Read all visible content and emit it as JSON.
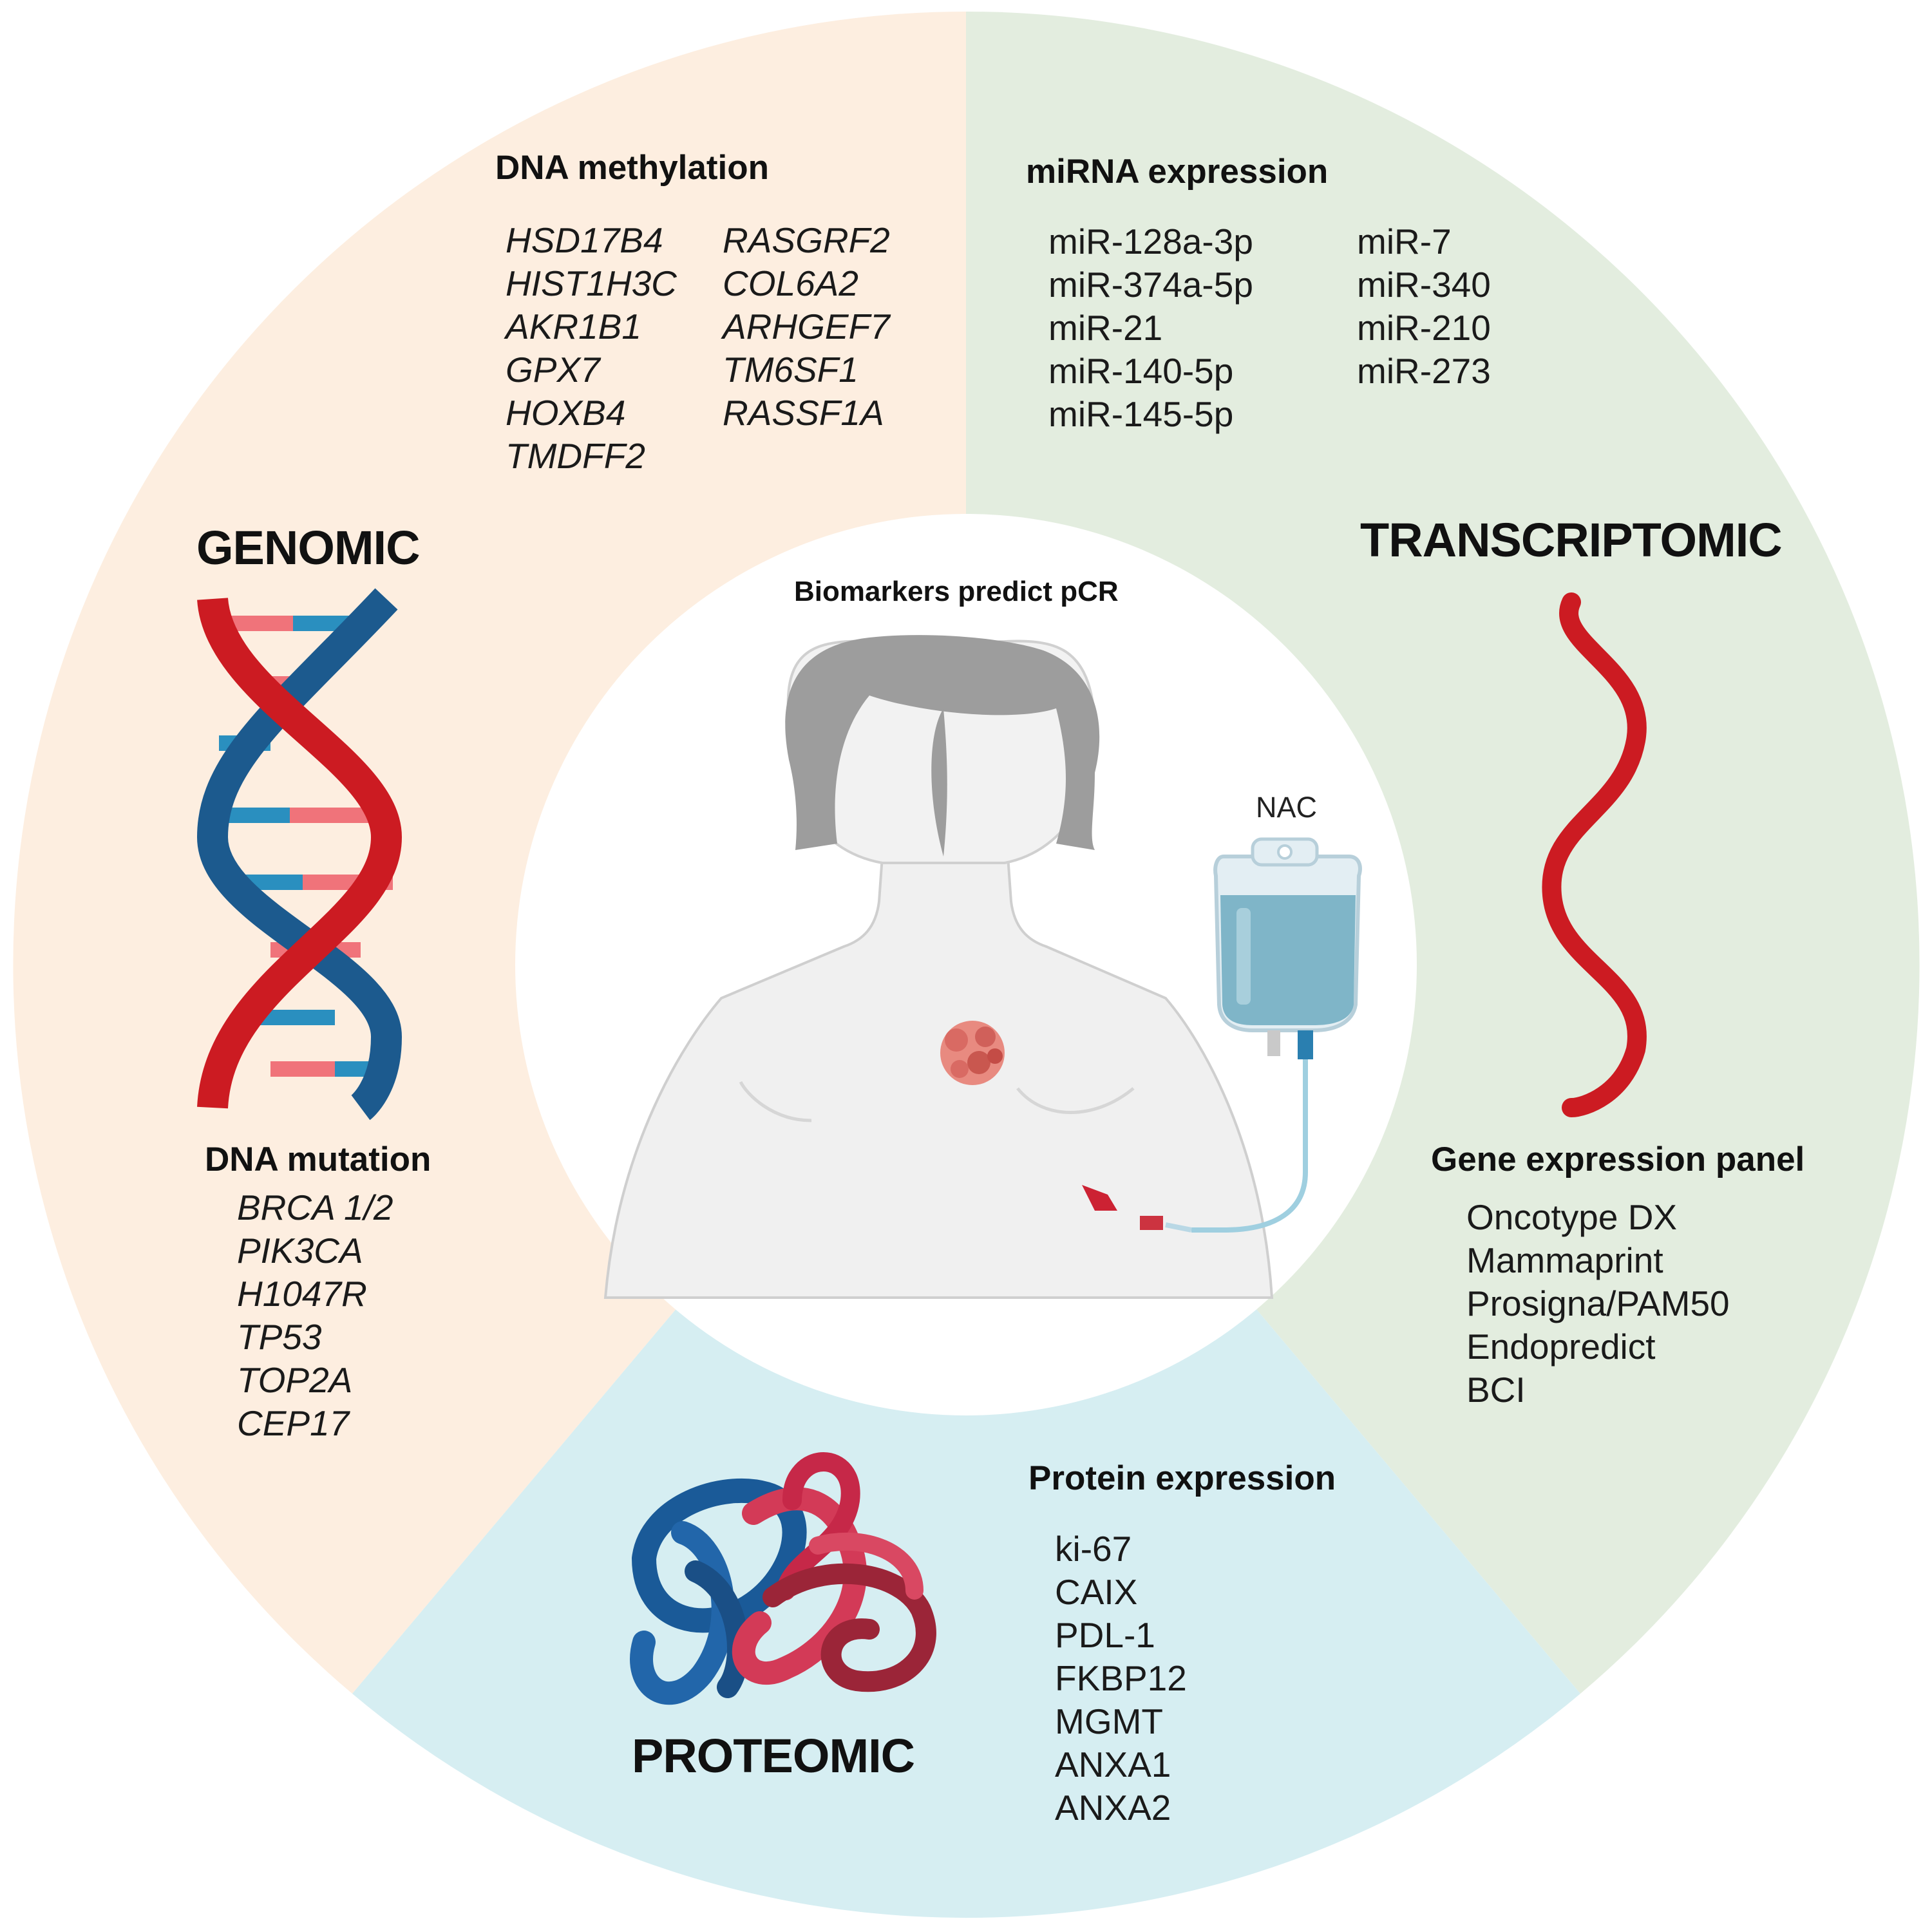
{
  "colors": {
    "genomic_bg": "#fdeee0",
    "transcriptomic_bg": "#e3eddf",
    "proteomic_bg": "#d6eef2",
    "center_bg": "#ffffff",
    "red_strand": "#cc1b22",
    "blue_strand": "#1c5a8e",
    "pink_rung": "#f0737a",
    "cyan_rung": "#2a8fbf"
  },
  "center": {
    "title": "Biomarkers predict  pCR",
    "nac_label": "NAC"
  },
  "genomic": {
    "title": "GENOMIC",
    "methylation": {
      "title": "DNA methylation",
      "col1": [
        "HSD17B4",
        "HIST1H3C",
        "AKR1B1",
        "GPX7",
        "HOXB4",
        "TMDFF2"
      ],
      "col2": [
        "RASGRF2",
        "COL6A2",
        "ARHGEF7",
        "TM6SF1",
        "RASSF1A"
      ]
    },
    "mutation": {
      "title": "DNA mutation",
      "items": [
        "BRCA 1/2",
        "PIK3CA",
        "H1047R",
        "TP53",
        "TOP2A",
        "CEP17"
      ]
    }
  },
  "transcriptomic": {
    "title": "TRANSCRIPTOMIC",
    "mirna": {
      "title": "miRNA expression",
      "col1": [
        "miR-128a-3p",
        "miR-374a-5p",
        "miR-21",
        "miR-140-5p",
        "miR-145-5p"
      ],
      "col2": [
        "miR-7",
        "miR-340",
        "miR-210",
        "miR-273"
      ]
    },
    "panel": {
      "title": "Gene expression panel",
      "items": [
        "Oncotype DX",
        "Mammaprint",
        "Prosigna/PAM50",
        "Endopredict",
        "BCI"
      ]
    }
  },
  "proteomic": {
    "title": "PROTEOMIC",
    "protein": {
      "title": "Protein expression",
      "items": [
        "ki-67",
        "CAIX",
        "PDL-1",
        "FKBP12",
        "MGMT",
        "ANXA1",
        "ANXA2"
      ]
    }
  }
}
